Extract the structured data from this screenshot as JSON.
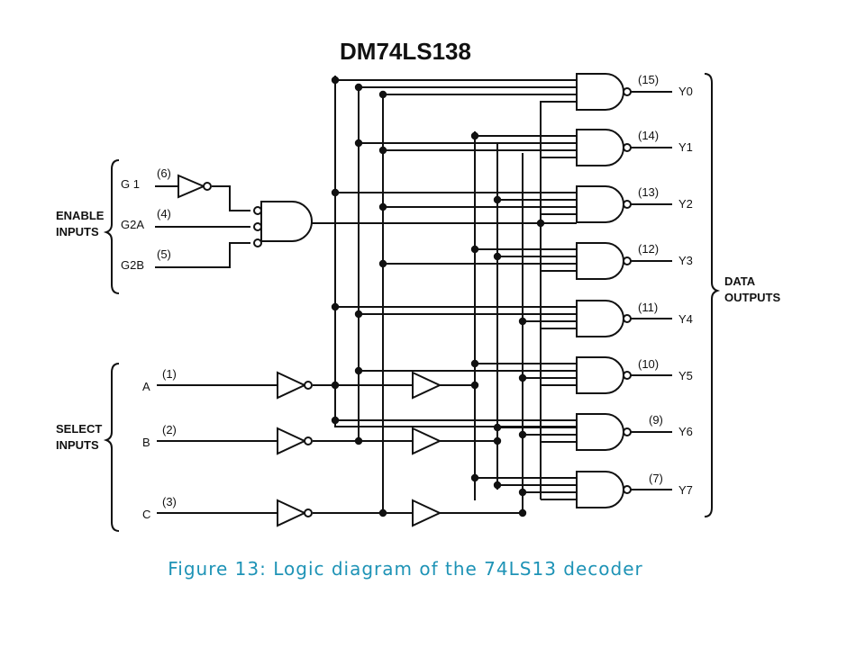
{
  "diagram": {
    "title": "DM74LS138",
    "group_labels": {
      "enable": [
        "ENABLE",
        "INPUTS"
      ],
      "select": [
        "SELECT",
        "INPUTS"
      ],
      "data_outputs": [
        "DATA",
        "OUTPUTS"
      ]
    },
    "enable_inputs": [
      {
        "name": "G 1",
        "pin": "(6)"
      },
      {
        "name": "G2A",
        "pin": "(4)"
      },
      {
        "name": "G2B",
        "pin": "(5)"
      }
    ],
    "select_inputs": [
      {
        "name": "A",
        "pin": "(1)"
      },
      {
        "name": "B",
        "pin": "(2)"
      },
      {
        "name": "C",
        "pin": "(3)"
      }
    ],
    "outputs": [
      {
        "name": "Y0",
        "pin": "(15)"
      },
      {
        "name": "Y1",
        "pin": "(14)"
      },
      {
        "name": "Y2",
        "pin": "(13)"
      },
      {
        "name": "Y3",
        "pin": "(12)"
      },
      {
        "name": "Y4",
        "pin": "(11)"
      },
      {
        "name": "Y5",
        "pin": "(10)"
      },
      {
        "name": "Y6",
        "pin": "(9)"
      },
      {
        "name": "Y7",
        "pin": "(7)"
      }
    ]
  },
  "caption": "Figure 13: Logic diagram of the 74LS13 decoder"
}
